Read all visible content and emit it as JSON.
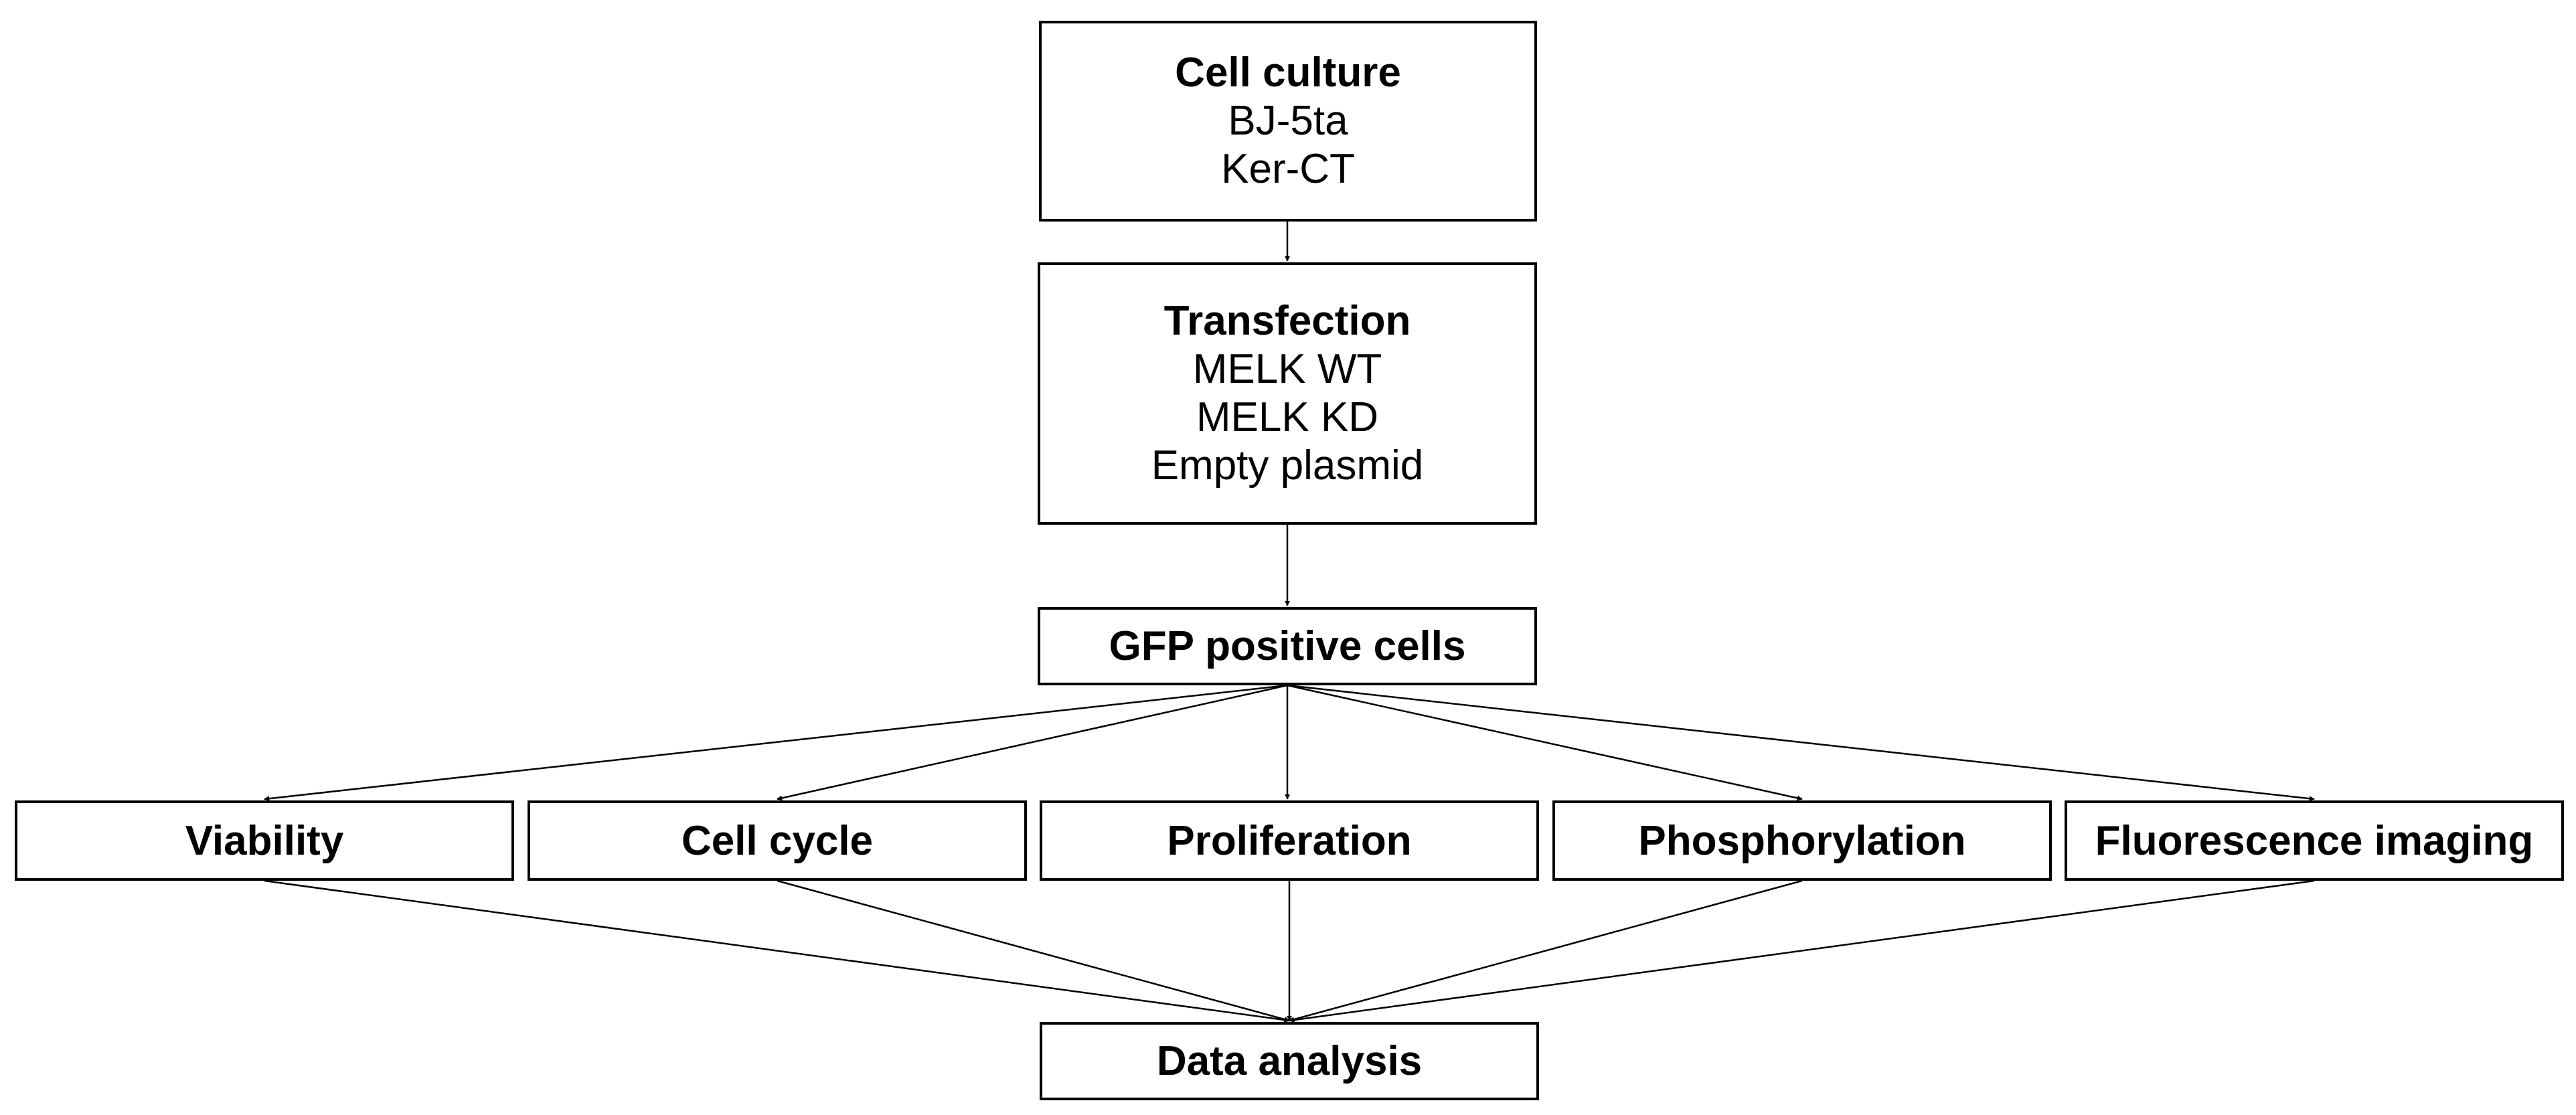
{
  "diagram": {
    "cell_culture": {
      "title": "Cell culture",
      "lines": [
        "BJ-5ta",
        "Ker-CT"
      ]
    },
    "transfection": {
      "title": "Transfection",
      "lines": [
        "MELK WT",
        "MELK KD",
        "Empty plasmid"
      ]
    },
    "gfp_positive": {
      "title": "GFP positive cells"
    },
    "assays": [
      {
        "label": "Viability"
      },
      {
        "label": "Cell cycle"
      },
      {
        "label": "Proliferation"
      },
      {
        "label": "Phosphorylation"
      },
      {
        "label": "Fluorescence imaging"
      }
    ],
    "data_analysis": {
      "title": "Data analysis"
    }
  },
  "colors": {
    "stroke": "#000000",
    "background": "#ffffff"
  }
}
